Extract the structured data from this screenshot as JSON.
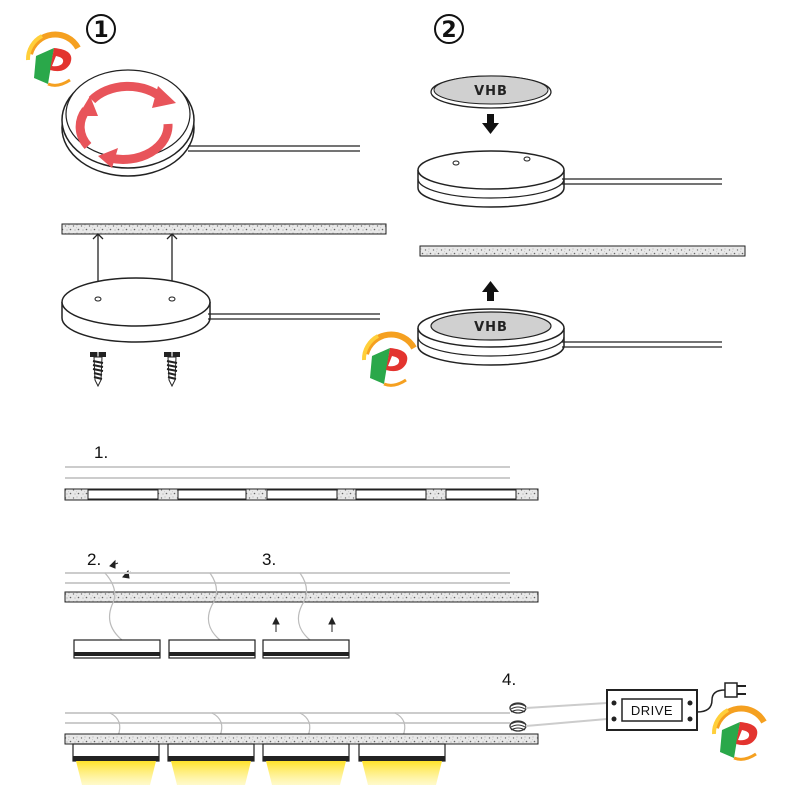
{
  "steps": {
    "step1_badge": "1",
    "step2_badge": "2"
  },
  "tape_label": "VHB",
  "strip_steps": {
    "s1": "1.",
    "s2": "2.",
    "s3": "3.",
    "s4": "4."
  },
  "driver_label": "DRIVE",
  "colors": {
    "rotate_arrow": "#e8545a",
    "light_glow": "#ffe64d",
    "logo_green": "#2aa84a",
    "logo_orange": "#f5a020",
    "logo_red": "#e3342f"
  },
  "icons": [
    "rotate-arrows-icon",
    "screw-icon",
    "down-arrow-icon",
    "up-arrow-icon",
    "plug-icon",
    "brand-logo-icon"
  ]
}
